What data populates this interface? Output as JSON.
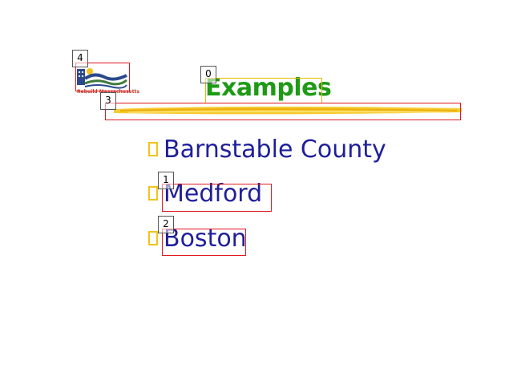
{
  "slide": {
    "title": "Examples",
    "items": [
      {
        "label": "Barnstable County"
      },
      {
        "label": "Medford"
      },
      {
        "label": "Boston"
      }
    ],
    "logo": {
      "caption": "Rebuild Massachusetts"
    },
    "colors": {
      "title": "#1f9a17",
      "item_text": "#1f1f9a",
      "bullet": "#f0c419",
      "brush": "#f5b800",
      "annotation_box": "#e0191e"
    }
  },
  "annotations": {
    "marks": [
      "0",
      "1",
      "2",
      "3",
      "4"
    ]
  }
}
